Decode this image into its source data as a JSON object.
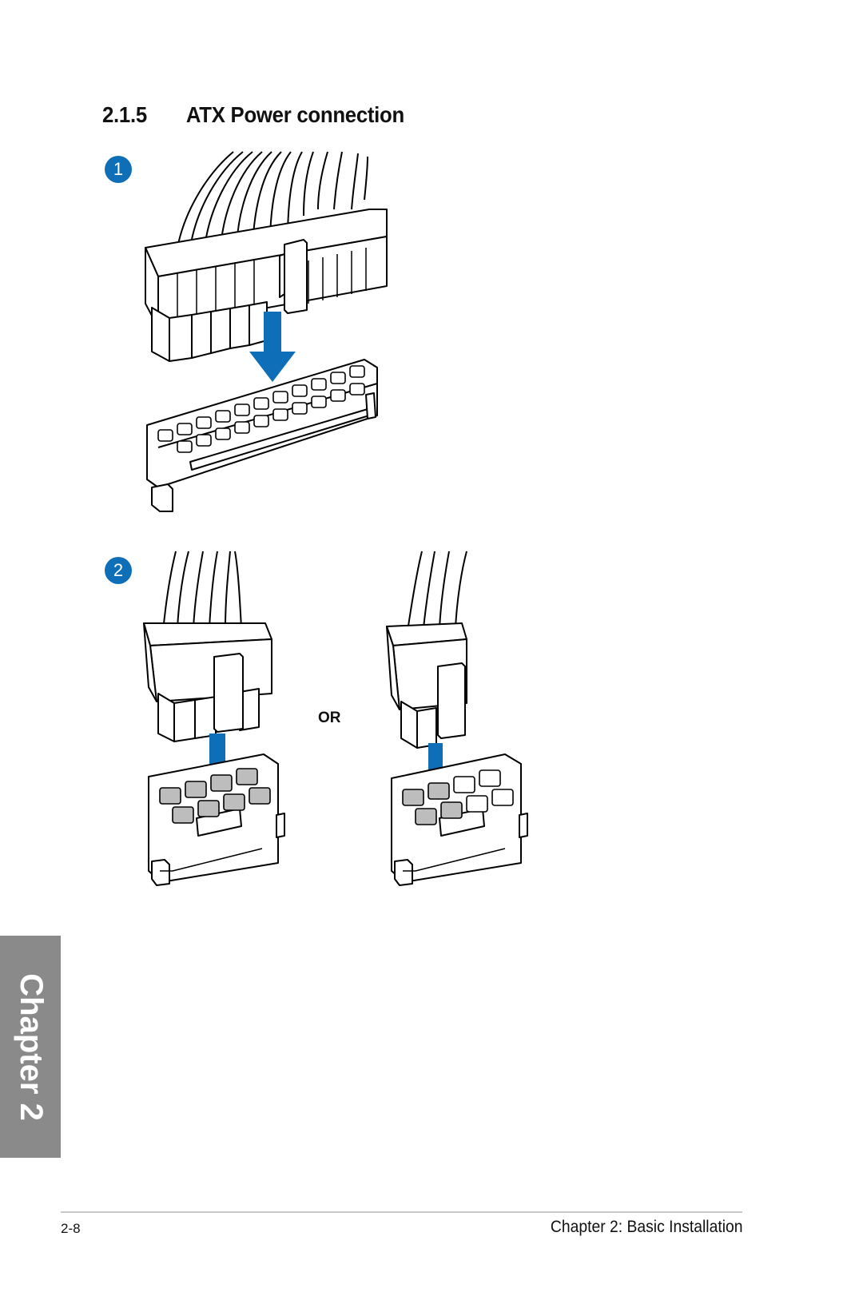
{
  "section": {
    "number": "2.1.5",
    "title": "ATX Power connection"
  },
  "steps": [
    {
      "label": "1"
    },
    {
      "label": "2"
    }
  ],
  "or_label": "OR",
  "chapter_tab": "Chapter 2",
  "footer": {
    "page_number": "2-8",
    "chapter_title": "Chapter 2: Basic Installation"
  },
  "colors": {
    "accent_blue": "#0e6fb8",
    "tab_gray": "#8a8a8a",
    "pin_gray": "#bdbdbd"
  },
  "icons": [
    "connector-24pin-illustration",
    "connector-8pin-illustration",
    "connector-4pin-illustration",
    "down-arrow-icon"
  ]
}
